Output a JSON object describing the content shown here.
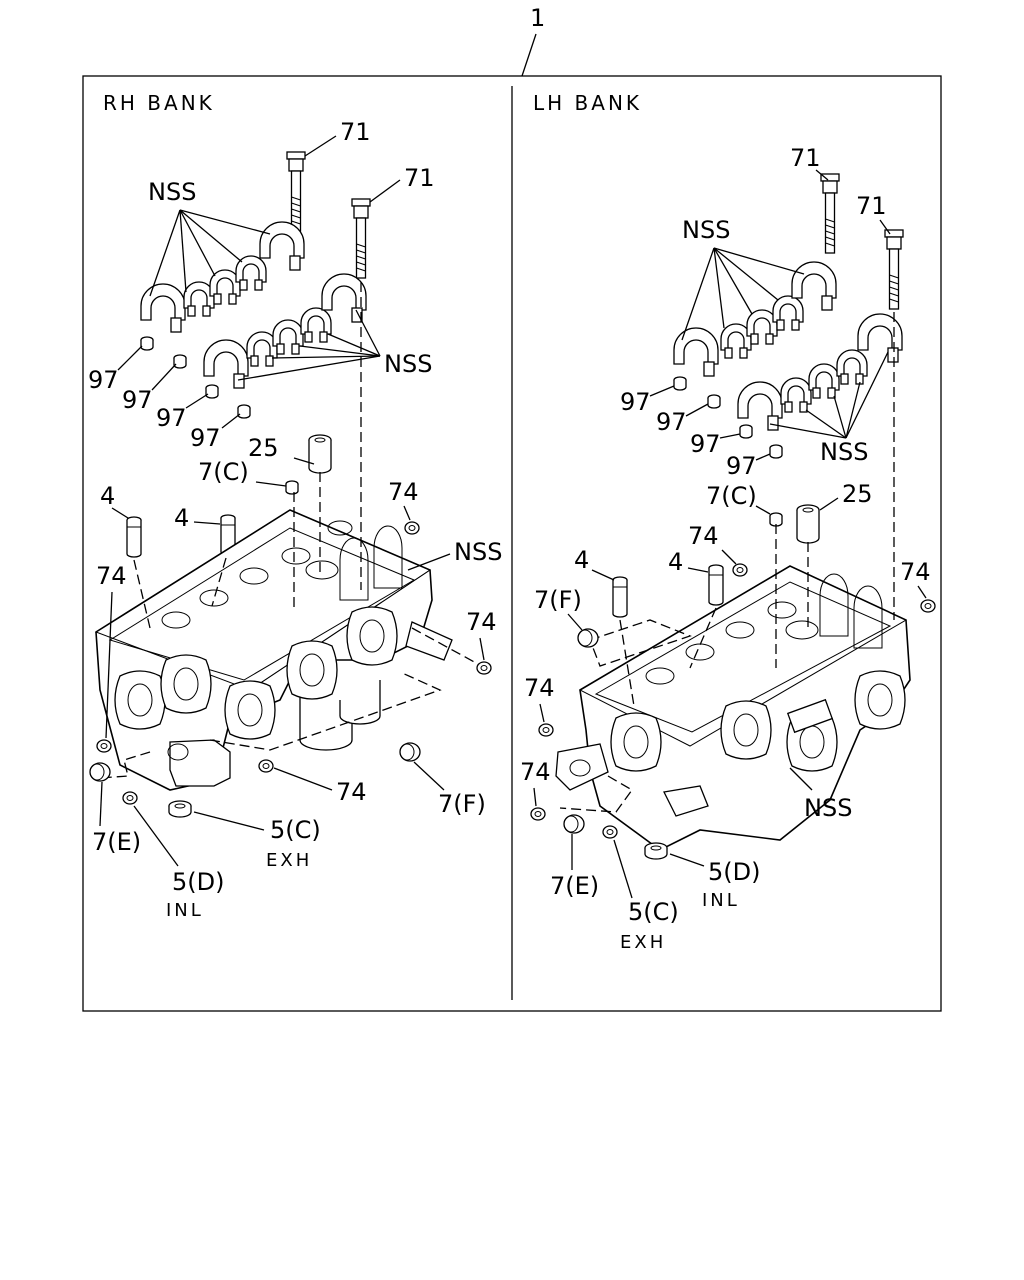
{
  "diagram": {
    "assembly_ref": "1",
    "panels": [
      {
        "id": "rh",
        "title": "RH BANK",
        "labels": {
          "bolt_a": "71",
          "bolt_b": "71",
          "nss_caps_top": "NSS",
          "nss_caps_bottom": "NSS",
          "nss_head": "NSS",
          "plug_97_a": "97",
          "plug_97_b": "97",
          "plug_97_c": "97",
          "plug_97_d": "97",
          "sleeve": "25",
          "plug_7c": "7(C)",
          "pin_4_a": "4",
          "pin_4_b": "4",
          "plug_74_a": "74",
          "plug_74_b": "74",
          "plug_74_c": "74",
          "plug_74_d": "74",
          "plug_7e": "7(E)",
          "plug_7f": "7(F)",
          "seat_5d": "5(D)",
          "seat_5d_sub": "INL",
          "seat_5c": "5(C)",
          "seat_5c_sub": "EXH"
        }
      },
      {
        "id": "lh",
        "title": "LH BANK",
        "labels": {
          "bolt_a": "71",
          "bolt_b": "71",
          "nss_caps_top": "NSS",
          "nss_caps_bottom": "NSS",
          "nss_head": "NSS",
          "plug_97_a": "97",
          "plug_97_b": "97",
          "plug_97_c": "97",
          "plug_97_d": "97",
          "sleeve": "25",
          "plug_7c": "7(C)",
          "pin_4_a": "4",
          "pin_4_b": "4",
          "plug_74_a": "74",
          "plug_74_b": "74",
          "plug_74_c": "74",
          "plug_74_d": "74",
          "plug_7e": "7(E)",
          "plug_7f": "7(F)",
          "seat_5d": "5(D)",
          "seat_5d_sub": "INL",
          "seat_5c": "5(C)",
          "seat_5c_sub": "EXH"
        }
      }
    ]
  }
}
